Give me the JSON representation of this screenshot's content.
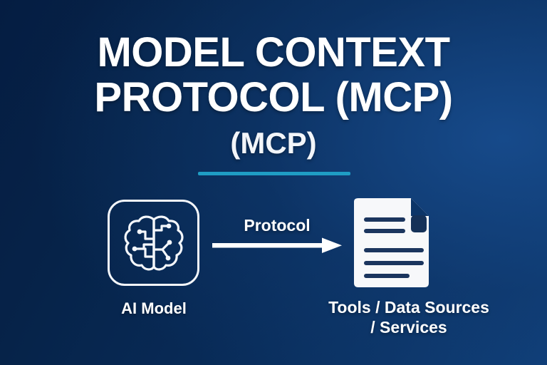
{
  "slide": {
    "background_dark": "#051d42",
    "background_light": "#10417c",
    "accent_color": "#1f9dc4",
    "text_color": "#ffffff",
    "title": "MODEL CONTEXT\nPROTOCOL (MCP)",
    "subtitle": "(MCP)"
  },
  "diagram": {
    "source": {
      "icon": "brain-circuit-icon",
      "caption": "AI Model"
    },
    "connector": {
      "icon": "arrow-right-icon",
      "label": "Protocol"
    },
    "target": {
      "icon": "document-icon",
      "caption": "Tools / Data Sources\n/ Services"
    }
  }
}
